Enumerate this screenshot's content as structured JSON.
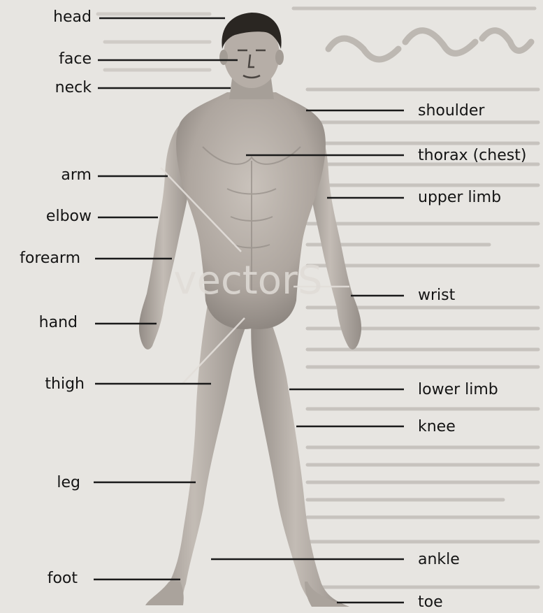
{
  "diagram": {
    "left_labels": [
      "head",
      "face",
      "neck",
      "arm",
      "elbow",
      "forearm",
      "hand",
      "thigh",
      "leg",
      "foot"
    ],
    "right_labels": [
      "shoulder",
      "thorax (chest)",
      "upper limb",
      "wrist",
      "lower limb",
      "knee",
      "ankle",
      "toe"
    ],
    "watermark": "vectorS"
  },
  "colors": {
    "paper": "#e7e5e1",
    "skin": "#b9b2ab",
    "skin_shadow": "#8f8882",
    "hair": "#2a2622",
    "leader_line": "#1a1a1a",
    "label_text": "#141414"
  }
}
